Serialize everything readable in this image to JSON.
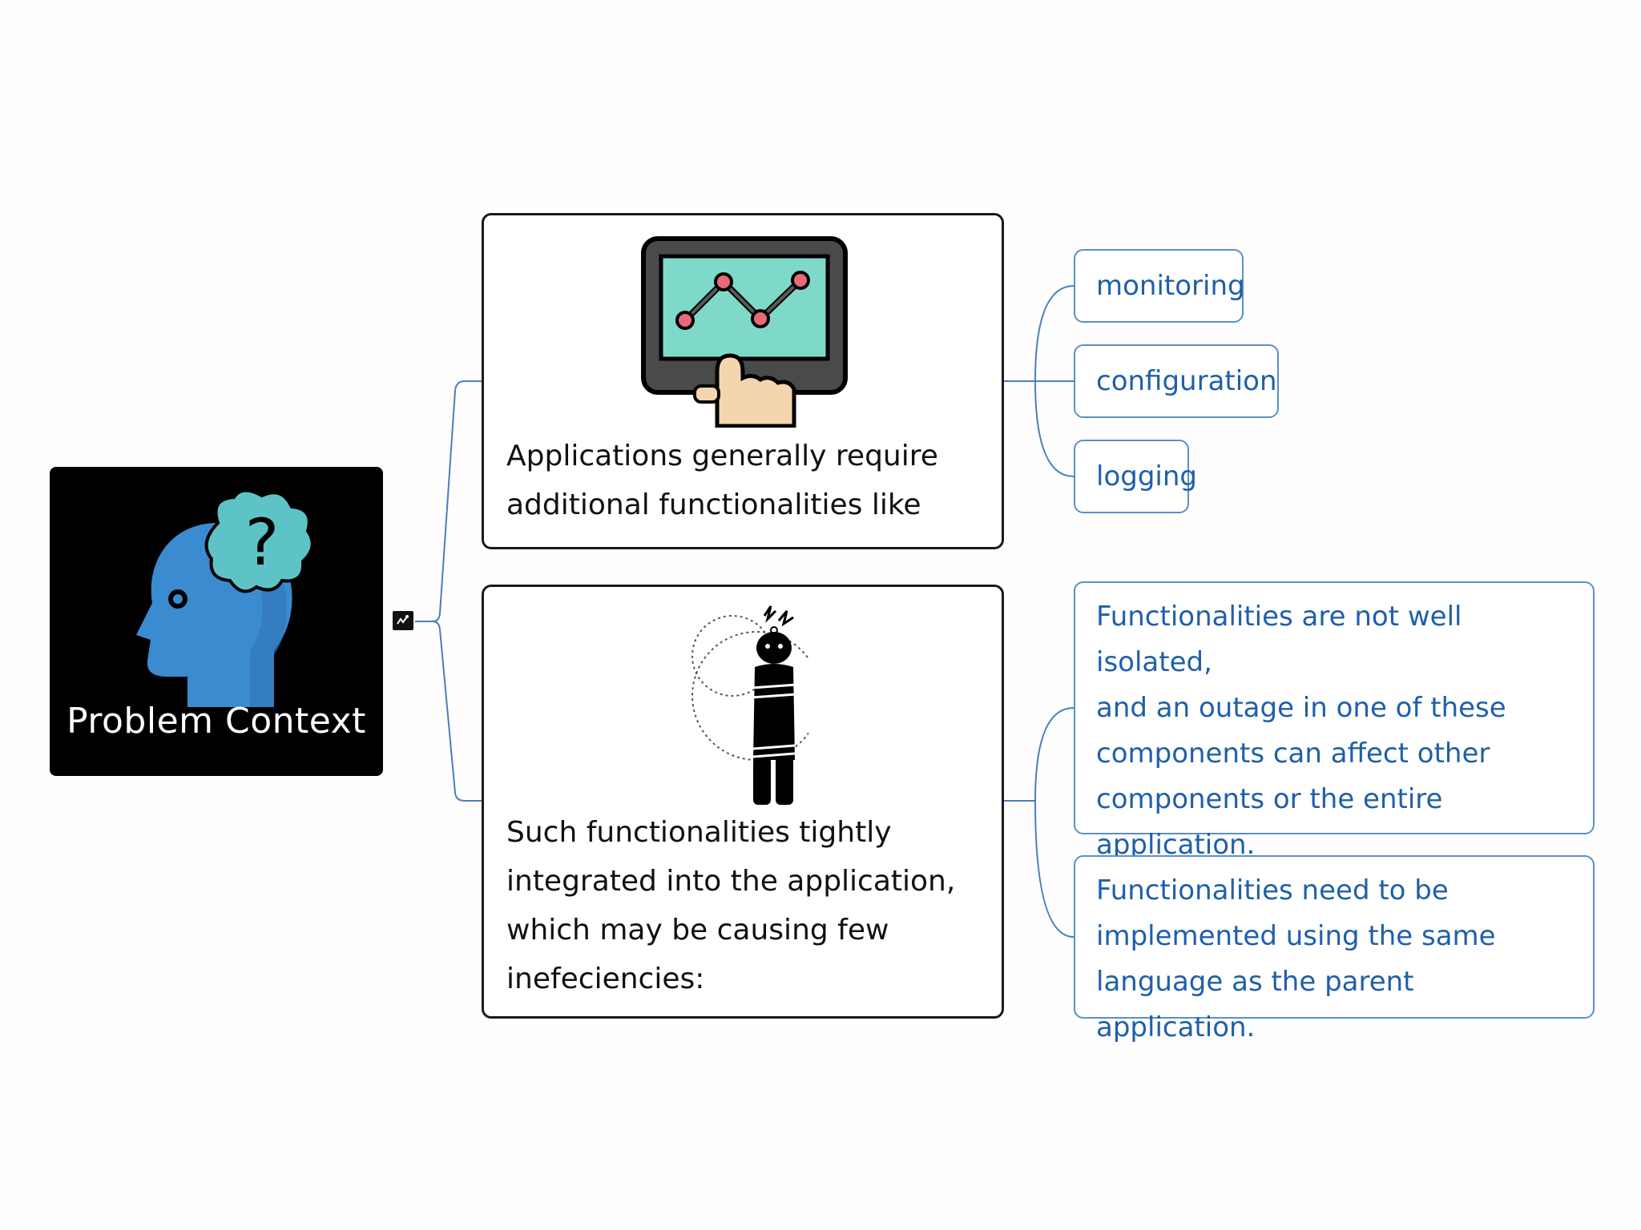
{
  "root": {
    "title": "Problem Context",
    "icon": "thinking-head-question-icon"
  },
  "branches": [
    {
      "icon": "monitor-chart-touch-icon",
      "text": "Applications generally require\nadditional functionalities like",
      "children": [
        "monitoring",
        "configuration",
        "logging"
      ]
    },
    {
      "icon": "stressed-tied-person-icon",
      "text": "Such functionalities tightly\nintegrated into the application,\nwhich may be causing few\ninefeciencies:",
      "children": [
        "Functionalities are not well isolated,\nand an outage in one of these\ncomponents can affect other\ncomponents or the entire\napplication.",
        "Functionalities need to be\nimplemented using the same\nlanguage as the parent application."
      ]
    }
  ],
  "colors": {
    "connector": "#4a7fb8",
    "leaf_text": "#1f5faa",
    "root_bg": "#000000",
    "head": "#3a8bd0",
    "cloud": "#5ec3c6"
  }
}
